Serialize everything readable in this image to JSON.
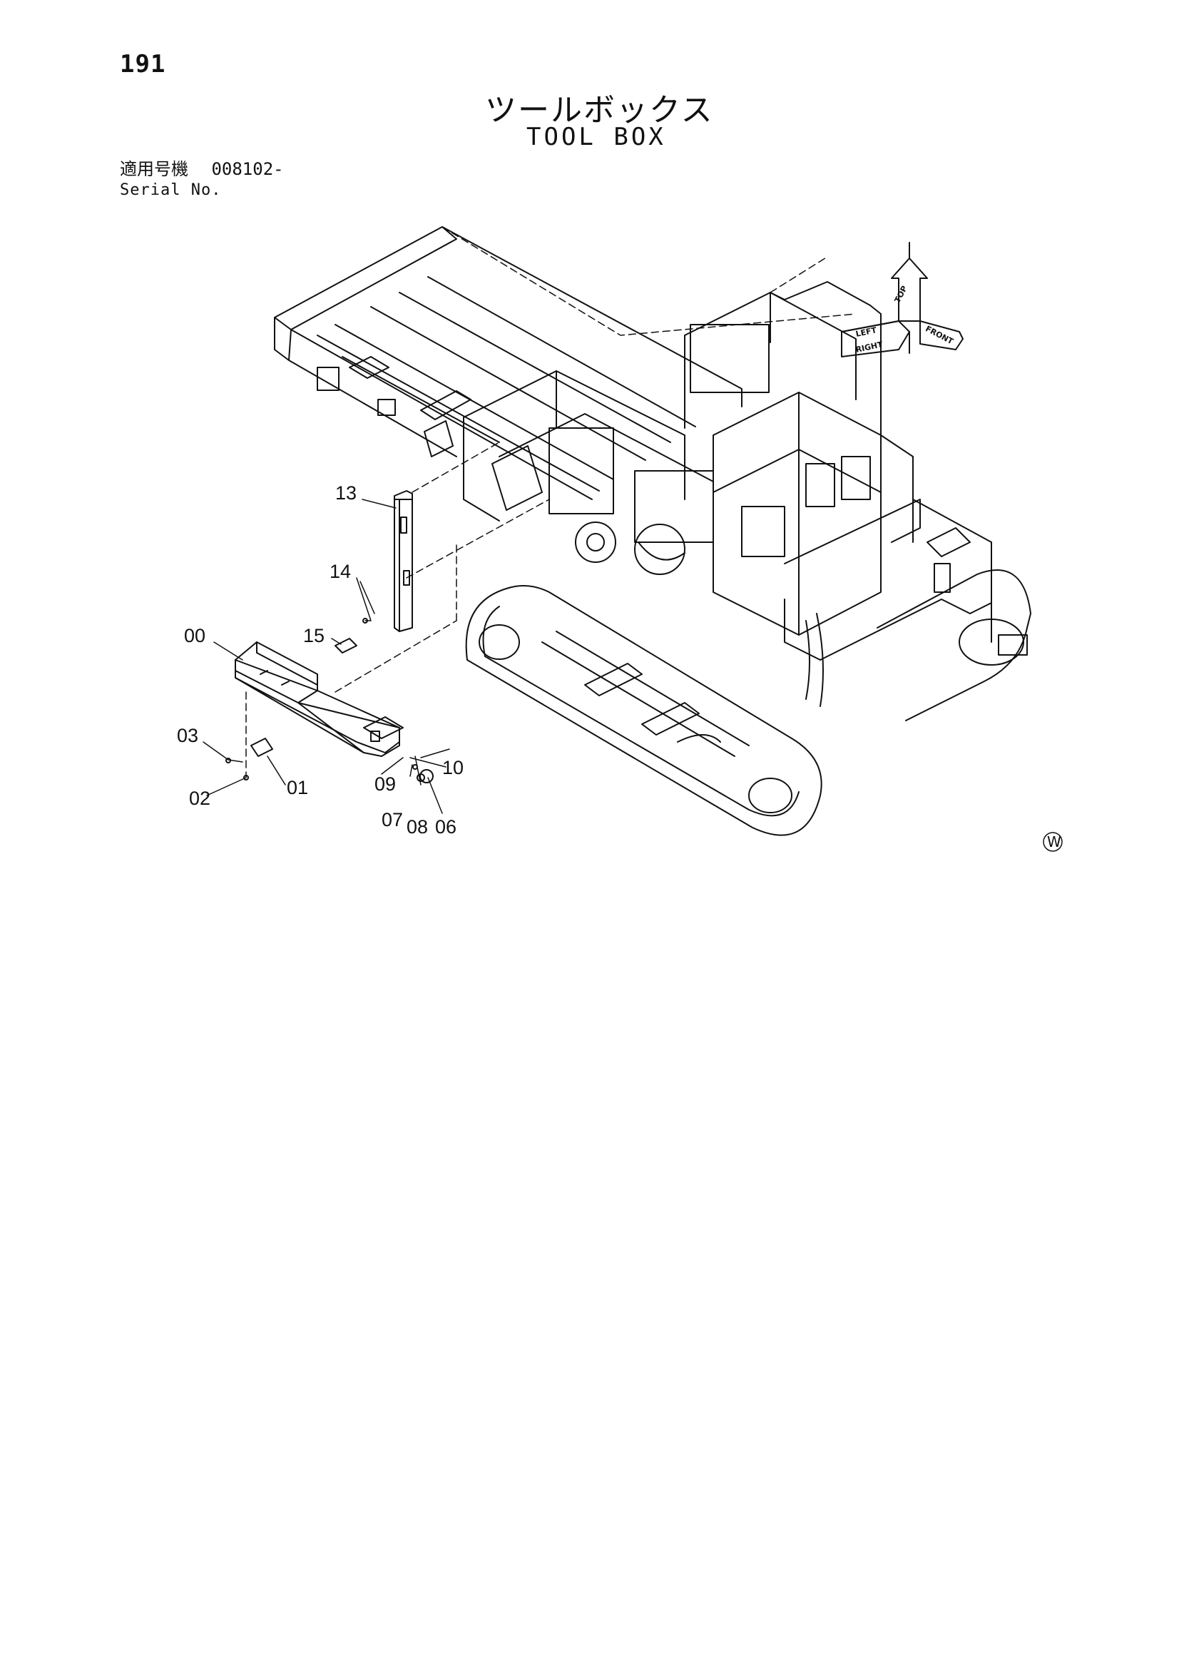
{
  "page": {
    "number": "191",
    "title_jp": "ツールボックス",
    "title_en": "TOOL BOX",
    "serial": {
      "label_jp": "適用号機",
      "value": "008102-",
      "label_en": "Serial No."
    }
  },
  "orientation_indicator": {
    "labels": [
      "TOP",
      "FRONT",
      "RIGHT",
      "LEFT"
    ]
  },
  "callouts": {
    "c00": "00",
    "c01": "01",
    "c02": "02",
    "c03": "03",
    "c06": "06",
    "c07": "07",
    "c08": "08",
    "c09": "09",
    "c10": "10",
    "c13": "13",
    "c14": "14",
    "c15": "15"
  },
  "corner_mark": "W"
}
